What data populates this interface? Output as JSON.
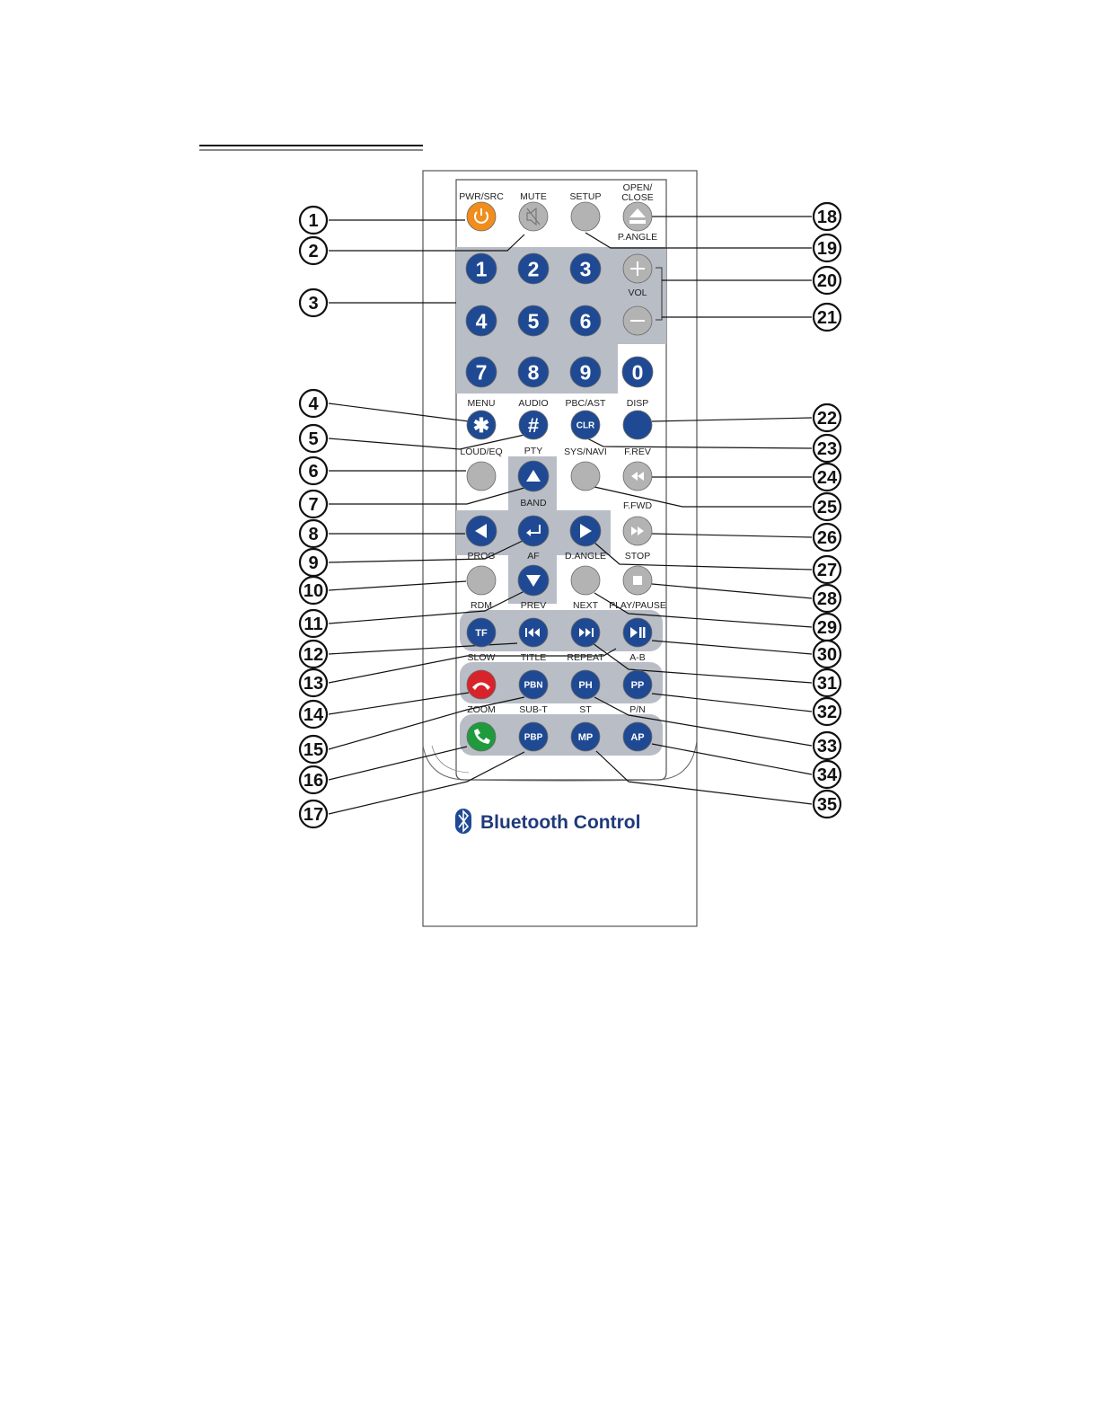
{
  "colors": {
    "blue": "#1f4a93",
    "gray": "#b3b3b3",
    "panel": "#b8bdc6",
    "orange": "#f08d1c",
    "red": "#d8232a",
    "green": "#1f9a3d"
  },
  "brand": {
    "logo_icon": "bluetooth-icon",
    "text": "Bluetooth Control"
  },
  "buttons": [
    {
      "id": "pwr",
      "label": "PWR/SRC",
      "icon": "power-icon",
      "color": "orange",
      "glyph": ""
    },
    {
      "id": "mute",
      "label": "MUTE",
      "icon": "mute-icon",
      "color": "gray",
      "glyph": ""
    },
    {
      "id": "setup",
      "label": "SETUP",
      "icon": "",
      "color": "gray",
      "glyph": ""
    },
    {
      "id": "open",
      "label": "OPEN/ CLOSE",
      "icon": "eject-icon",
      "color": "gray",
      "glyph": ""
    },
    {
      "id": "n1",
      "label": "",
      "icon": "",
      "color": "blue",
      "glyph": "1"
    },
    {
      "id": "n2",
      "label": "",
      "icon": "",
      "color": "blue",
      "glyph": "2"
    },
    {
      "id": "n3",
      "label": "",
      "icon": "",
      "color": "blue",
      "glyph": "3"
    },
    {
      "id": "n4",
      "label": "",
      "icon": "",
      "color": "blue",
      "glyph": "4"
    },
    {
      "id": "n5",
      "label": "",
      "icon": "",
      "color": "blue",
      "glyph": "5"
    },
    {
      "id": "n6",
      "label": "",
      "icon": "",
      "color": "blue",
      "glyph": "6"
    },
    {
      "id": "n7",
      "label": "",
      "icon": "",
      "color": "blue",
      "glyph": "7"
    },
    {
      "id": "n8",
      "label": "",
      "icon": "",
      "color": "blue",
      "glyph": "8"
    },
    {
      "id": "n9",
      "label": "",
      "icon": "",
      "color": "blue",
      "glyph": "9"
    },
    {
      "id": "n0",
      "label": "",
      "icon": "",
      "color": "blue",
      "glyph": "0"
    },
    {
      "id": "volup",
      "label": "P.ANGLE",
      "icon": "plus-icon",
      "color": "gray",
      "glyph": ""
    },
    {
      "id": "voldn",
      "label": "VOL",
      "icon": "minus-icon",
      "color": "gray",
      "glyph": ""
    },
    {
      "id": "menu",
      "label": "MENU",
      "icon": "",
      "color": "blue",
      "glyph": "✱"
    },
    {
      "id": "audio",
      "label": "AUDIO",
      "icon": "",
      "color": "blue",
      "glyph": "#"
    },
    {
      "id": "pbc",
      "label": "PBC/AST",
      "icon": "",
      "color": "blue",
      "glyph": "CLR"
    },
    {
      "id": "disp",
      "label": "DISP",
      "icon": "",
      "color": "blue",
      "glyph": ""
    },
    {
      "id": "loud",
      "label": "LOUD/EQ",
      "icon": "",
      "color": "gray",
      "glyph": ""
    },
    {
      "id": "up",
      "label": "PTY",
      "icon": "arrow-up-icon",
      "color": "blue",
      "glyph": ""
    },
    {
      "id": "sys",
      "label": "SYS/NAVI",
      "icon": "",
      "color": "gray",
      "glyph": ""
    },
    {
      "id": "frev",
      "label": "F.REV",
      "icon": "rewind-icon",
      "color": "gray",
      "glyph": ""
    },
    {
      "id": "left",
      "label": "",
      "icon": "arrow-left-icon",
      "color": "blue",
      "glyph": ""
    },
    {
      "id": "enter",
      "label": "BAND",
      "icon": "enter-icon",
      "color": "blue",
      "glyph": ""
    },
    {
      "id": "right",
      "label": "",
      "icon": "arrow-right-icon",
      "color": "blue",
      "glyph": ""
    },
    {
      "id": "ffwd",
      "label": "F.FWD",
      "icon": "fast-forward-icon",
      "color": "gray",
      "glyph": ""
    },
    {
      "id": "prog",
      "label": "PROG",
      "icon": "",
      "color": "gray",
      "glyph": ""
    },
    {
      "id": "down",
      "label": "AF",
      "icon": "arrow-down-icon",
      "color": "blue",
      "glyph": ""
    },
    {
      "id": "dangle",
      "label": "D.ANGLE",
      "icon": "",
      "color": "gray",
      "glyph": ""
    },
    {
      "id": "stop",
      "label": "STOP",
      "icon": "stop-icon",
      "color": "gray",
      "glyph": ""
    },
    {
      "id": "tf",
      "label": "RDM",
      "icon": "",
      "color": "blue",
      "glyph": "TF"
    },
    {
      "id": "prev",
      "label": "PREV",
      "icon": "skip-back-icon",
      "color": "blue",
      "glyph": ""
    },
    {
      "id": "next",
      "label": "NEXT",
      "icon": "skip-forward-icon",
      "color": "blue",
      "glyph": ""
    },
    {
      "id": "play",
      "label": "PLAY/PAUSE",
      "icon": "play-pause-icon",
      "color": "blue",
      "glyph": ""
    },
    {
      "id": "hangup",
      "label": "SLOW",
      "icon": "phone-hangup-icon",
      "color": "red",
      "glyph": ""
    },
    {
      "id": "pbn",
      "label": "TITLE",
      "icon": "",
      "color": "blue",
      "glyph": "PBN"
    },
    {
      "id": "ph",
      "label": "REPEAT",
      "icon": "",
      "color": "blue",
      "glyph": "PH"
    },
    {
      "id": "pp",
      "label": "A-B",
      "icon": "",
      "color": "blue",
      "glyph": "PP"
    },
    {
      "id": "call",
      "label": "ZOOM",
      "icon": "phone-call-icon",
      "color": "green",
      "glyph": ""
    },
    {
      "id": "pbp",
      "label": "SUB-T",
      "icon": "",
      "color": "blue",
      "glyph": "PBP"
    },
    {
      "id": "mp",
      "label": "ST",
      "icon": "",
      "color": "blue",
      "glyph": "MP"
    },
    {
      "id": "ap",
      "label": "P/N",
      "icon": "",
      "color": "blue",
      "glyph": "AP"
    }
  ],
  "callouts": [
    "1",
    "2",
    "3",
    "4",
    "5",
    "6",
    "7",
    "8",
    "9",
    "10",
    "11",
    "12",
    "13",
    "14",
    "15",
    "16",
    "17",
    "18",
    "19",
    "20",
    "21",
    "22",
    "23",
    "24",
    "25",
    "26",
    "27",
    "28",
    "29",
    "30",
    "31",
    "32",
    "33",
    "34",
    "35"
  ]
}
